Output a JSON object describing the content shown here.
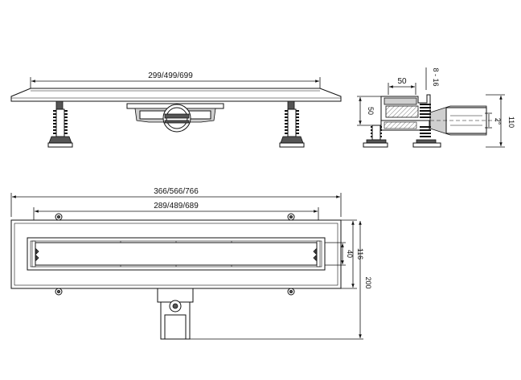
{
  "drawing": {
    "front_view": {
      "length_label": "299/499/699"
    },
    "side_view": {
      "width_label": "50",
      "adjust_range_label": "8 - 16",
      "body_height_label": "50",
      "total_height_label": "110",
      "slope_label": "2°"
    },
    "top_view": {
      "overall_length_label": "366/566/766",
      "grate_length_label": "289/489/689",
      "grate_width_label": "40",
      "body_width_label": "116",
      "total_depth_label": "200"
    }
  }
}
